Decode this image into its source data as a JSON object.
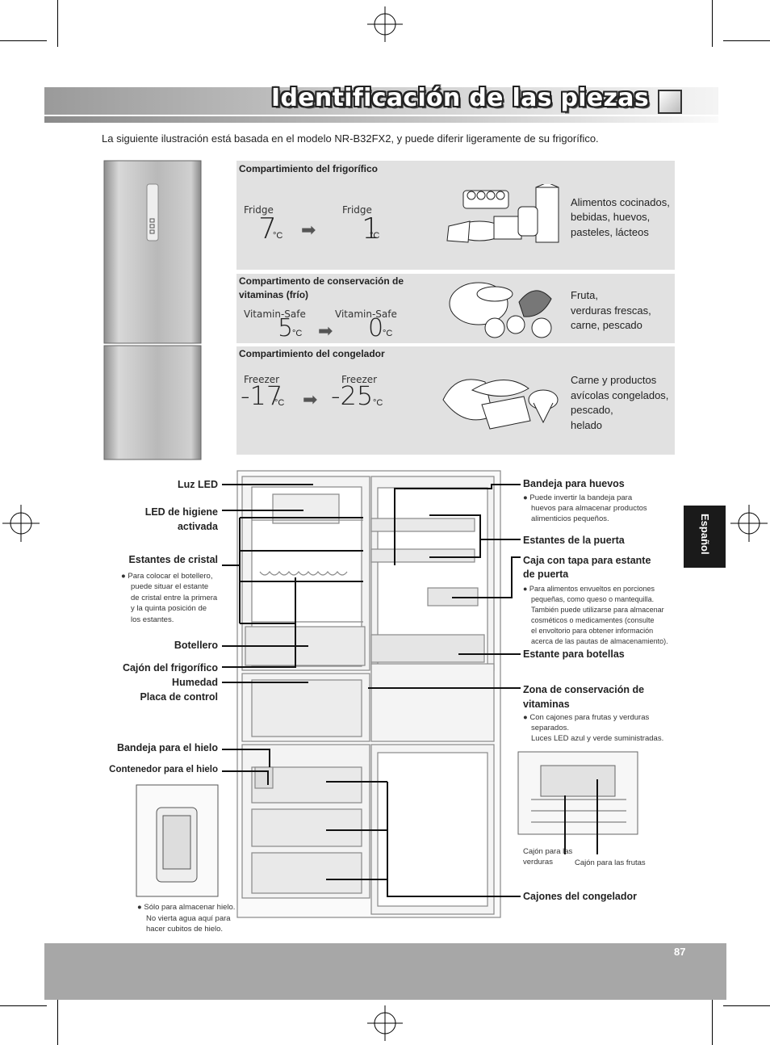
{
  "header": {
    "title": "Identificación de las piezas"
  },
  "intro": "La siguiente ilustración está basada en el modelo NR-B32FX2, y puede diferir ligeramente de su frigorífico.",
  "panels": {
    "fridge": {
      "title": "Compartimiento del frigorífico",
      "label": "Fridge",
      "from": "7",
      "to": "1",
      "unit": "°C",
      "desc1": "Alimentos cocinados,",
      "desc2": "bebidas, huevos,",
      "desc3": "pasteles, lácteos"
    },
    "vitamin": {
      "title1": "Compartimento de conservación de",
      "title2": "vitaminas (frío)",
      "label": "Vitamin-Safe",
      "from": "5",
      "to": "0",
      "unit": "°C",
      "desc1": "Fruta,",
      "desc2": "verduras frescas,",
      "desc3": "carne, pescado"
    },
    "freezer": {
      "title": "Compartimiento del congelador",
      "label": "Freezer",
      "from": "-17",
      "to": "-25",
      "unit": "°C",
      "desc1": "Carne y productos",
      "desc2": "avícolas congelados,",
      "desc3": "pescado,",
      "desc4": "helado"
    }
  },
  "labels": {
    "luz_led": "Luz LED",
    "led_higiene1": "LED de higiene",
    "led_higiene2": "activada",
    "estantes_cristal": "Estantes de cristal",
    "estantes_note": [
      "● Para colocar el botellero,",
      "puede situar el estante",
      "de cristal entre la primera",
      "y la quinta posición de",
      "los estantes."
    ],
    "botellero": "Botellero",
    "cajon_frigorifico": "Cajón del frigorífico",
    "humedad": "Humedad",
    "placa_control": "Placa de control",
    "bandeja_hielo": "Bandeja para el hielo",
    "contenedor_hielo": "Contenedor para el hielo",
    "hielo_note": [
      "●    Sólo para almacenar hielo.",
      "No vierta agua aquí para",
      "hacer cubitos de hielo."
    ],
    "bandeja_huevos": "Bandeja para huevos",
    "huevos_note": [
      "● Puede invertir la bandeja para",
      "huevos para almacenar productos",
      "alimenticios pequeños."
    ],
    "estantes_puerta": "Estantes de la puerta",
    "caja_tapa1": "Caja con tapa para estante",
    "caja_tapa2": "de puerta",
    "caja_note": [
      "●    Para alimentos envueltos en porciones",
      "pequeñas, como queso o mantequilla.",
      "También puede utilizarse para almacenar",
      "cosméticos o medicamentes (consulte",
      "el envoltorio para obtener información",
      "acerca de las pautas de almacenamiento)."
    ],
    "estante_botellas": "Estante para botellas",
    "zona_vitaminas1": "Zona de conservación de",
    "zona_vitaminas2": "vitaminas",
    "zona_note": [
      "● Con cajones para frutas y verduras",
      "separados.",
      "Luces LED azul y verde suministradas."
    ],
    "cajon_verduras1": "Cajón para las",
    "cajon_verduras2": "verduras",
    "cajon_frutas": "Cajón para las frutas",
    "cajones_congelador": "Cajones del congelador"
  },
  "side_tab": "Español",
  "page_number": "87"
}
